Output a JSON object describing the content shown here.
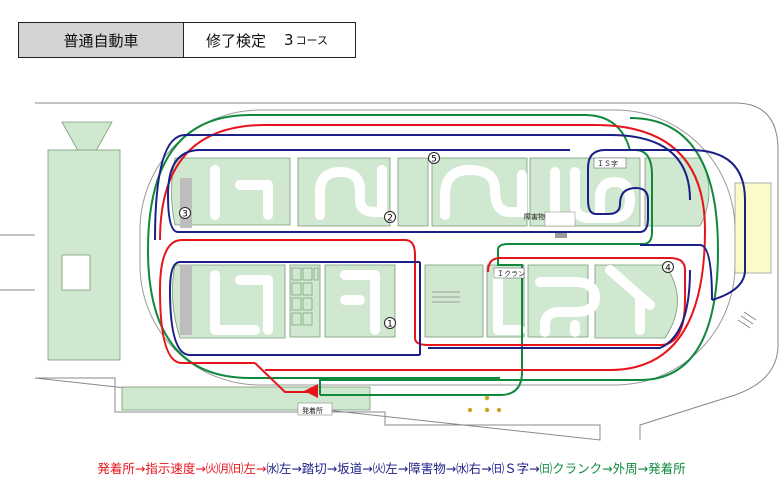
{
  "header": {
    "category": "普通自動車",
    "exam": "修了検定",
    "course_number": "3",
    "course_suffix": "コース"
  },
  "map_labels": {
    "s_curve": "ＩＳ字",
    "crank": "Ｉクラン",
    "obstacle": "障害物",
    "start_area": "発着所"
  },
  "checkpoints": [
    "1",
    "2",
    "3",
    "4",
    "5"
  ],
  "route_colors": {
    "red": "#e8141c",
    "navy": "#1b1f87",
    "green": "#0f8a3c"
  },
  "legend": [
    {
      "text": "発着所→指示速度→㈫㈪㈰左→",
      "color": "red"
    },
    {
      "text": "㈬左→踏切→坂道→㈫左→障害物→㈬右→",
      "color": "navy"
    },
    {
      "text": "㈰Ｓ字→",
      "color": "navy"
    },
    {
      "text": "㈰クランク→外周→発着所",
      "color": "green"
    }
  ]
}
